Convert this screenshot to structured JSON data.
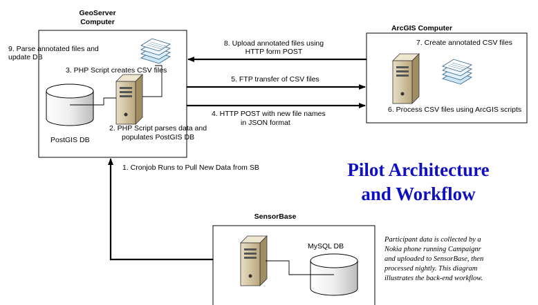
{
  "title": {
    "line1": "Pilot Architecture",
    "line2": "and Workflow"
  },
  "geoserver": {
    "heading1": "GeoServer",
    "heading2": "Computer",
    "db_label": "PostGIS DB"
  },
  "arcgis": {
    "heading": "ArcGIS Computer"
  },
  "sensorbase": {
    "heading": "SensorBase",
    "db_label": "MySQL DB"
  },
  "steps": {
    "s1": "1. Cronjob Runs to Pull New Data from SB",
    "s2_line1": "2. PHP Script parses data and",
    "s2_line2": "populates PostGIS DB",
    "s3": "3. PHP Script creates CSV files",
    "s4_line1": "4. HTTP POST with new file names",
    "s4_line2": "in JSON format",
    "s5": "5. FTP transfer of CSV files",
    "s6": "6. Process CSV files using ArcGIS scripts",
    "s7": "7. Create annotated CSV files",
    "s8_line1": "8. Upload annotated files using",
    "s8_line2": "HTTP form POST",
    "s9_line1": "9. Parse annotated files and",
    "s9_line2": "update DB"
  },
  "caption": {
    "line1": "Participant data is collected by a",
    "line2": "Nokia phone running Campaignr",
    "line3": "and uploaded to SensorBase, then",
    "line4": "processed nightly. This diagram",
    "line5": "illustrates the back-end workflow."
  },
  "colors": {
    "title": "#1010c0",
    "file_stack": "#cfe6f7",
    "server_body": "#d8c9a8"
  }
}
